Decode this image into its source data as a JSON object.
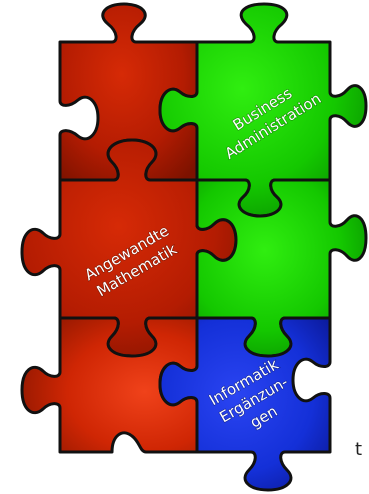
{
  "colors": {
    "red_dark": "#8c1400",
    "red_mid": "#c62000",
    "red_light": "#e23a12",
    "green_dark": "#0a9a00",
    "green_mid": "#19d300",
    "green_light": "#3ef020",
    "blue_dark": "#0a1890",
    "blue_mid": "#1432e0",
    "outline": "#111111",
    "label_text": "#ffffff"
  },
  "pieces": [
    {
      "id": "top-left",
      "color": "red",
      "lines": []
    },
    {
      "id": "top-right",
      "color": "green",
      "lines": [
        "Business",
        "Administration"
      ]
    },
    {
      "id": "middle-left",
      "color": "red",
      "lines": [
        "Angewandte",
        "Mathematik"
      ]
    },
    {
      "id": "middle-right",
      "color": "green",
      "lines": []
    },
    {
      "id": "bottom-left",
      "color": "red",
      "lines": []
    },
    {
      "id": "bottom-right",
      "color": "blue",
      "lines": [
        "Informatik",
        "Ergänzun-",
        "gen"
      ]
    }
  ],
  "edge_text": "t"
}
